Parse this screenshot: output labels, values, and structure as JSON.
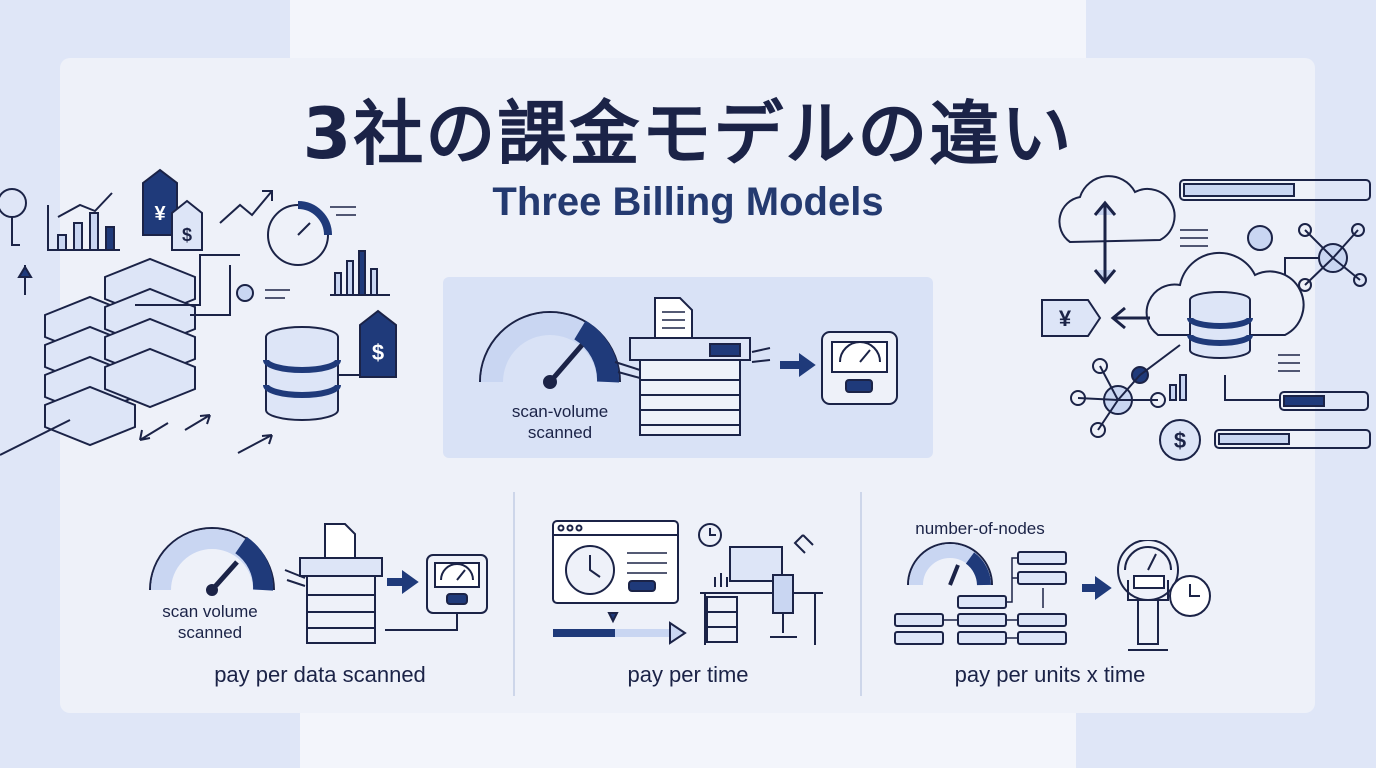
{
  "title": "3社の課金モデルの違い",
  "subtitle": "Three Billing Models",
  "center_panel": {
    "gauge_label_line1": "scan-volume",
    "gauge_label_line2": "scanned"
  },
  "columns": [
    {
      "caption": "pay per data scanned",
      "gauge_label_line1": "scan volume",
      "gauge_label_line2": "scanned"
    },
    {
      "caption": "pay per time"
    },
    {
      "caption": "pay per units x time",
      "top_label": "number-of-nodes"
    }
  ],
  "tags": {
    "yen": "¥",
    "dollar": "$"
  },
  "colors": {
    "navy": "#1f3a7a",
    "dark": "#1b2347",
    "light_blue": "#c9d6f2",
    "pale": "#eef1f9",
    "accent": "#3d5aa8"
  }
}
